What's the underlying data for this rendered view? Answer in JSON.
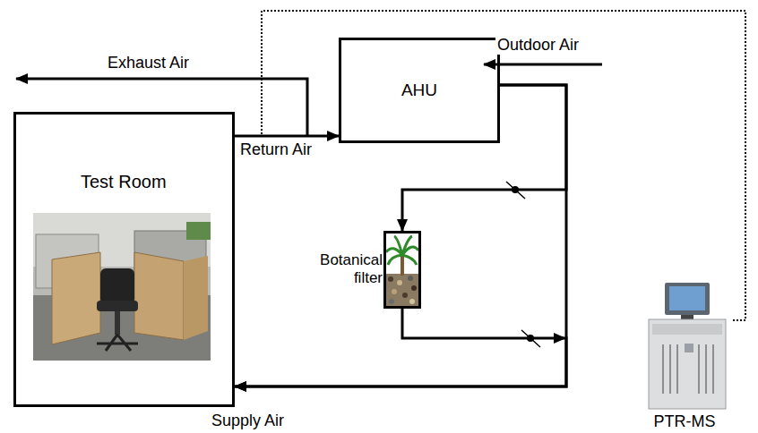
{
  "diagram": {
    "nodes": [
      {
        "text": [
          "Test Room"
        ]
      },
      {
        "text": [
          "AHU"
        ]
      },
      {
        "text": [
          "Botanical filter"
        ]
      },
      {
        "text": [
          "PTR-MS"
        ]
      }
    ],
    "edges": [
      {
        "from": 0,
        "to": 1,
        "arrow": "to",
        "label": "Return Air"
      },
      {
        "from": 1,
        "to": 2,
        "arrow": "to"
      },
      {
        "from": 2,
        "to": 0,
        "arrow": "to"
      },
      {
        "from": 1,
        "to": 0,
        "arrow": "to",
        "label": "Supply Air"
      },
      {
        "from": 0,
        "to": 3,
        "arrow": "none"
      }
    ],
    "labels": [
      "Exhaust Air",
      "Outdoor Air"
    ]
  }
}
